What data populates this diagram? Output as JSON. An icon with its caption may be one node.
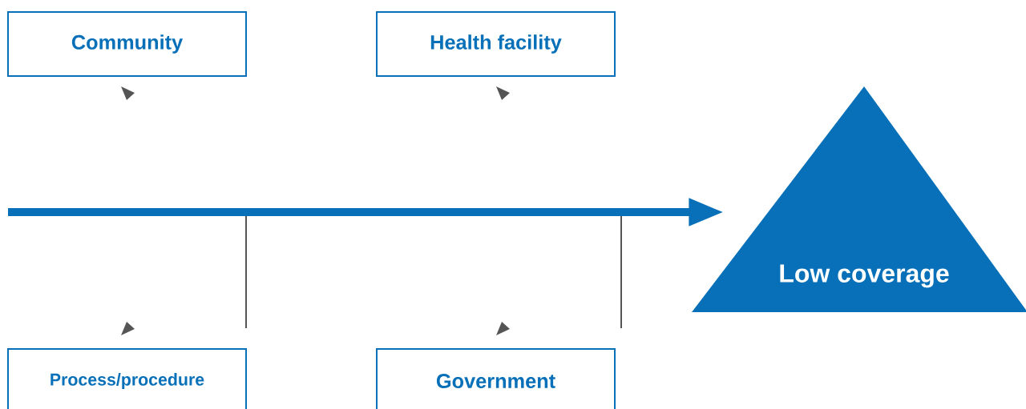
{
  "diagram": {
    "nodes": [
      {
        "text": [
          "Community"
        ]
      },
      {
        "text": [
          "Health facility"
        ]
      },
      {
        "text": [
          "Process/procedure"
        ]
      },
      {
        "text": [
          "Government"
        ]
      },
      {
        "text": [
          "Low coverage"
        ]
      }
    ],
    "edges": [
      {
        "from": null,
        "to": 4,
        "arrow": "to"
      }
    ]
  }
}
